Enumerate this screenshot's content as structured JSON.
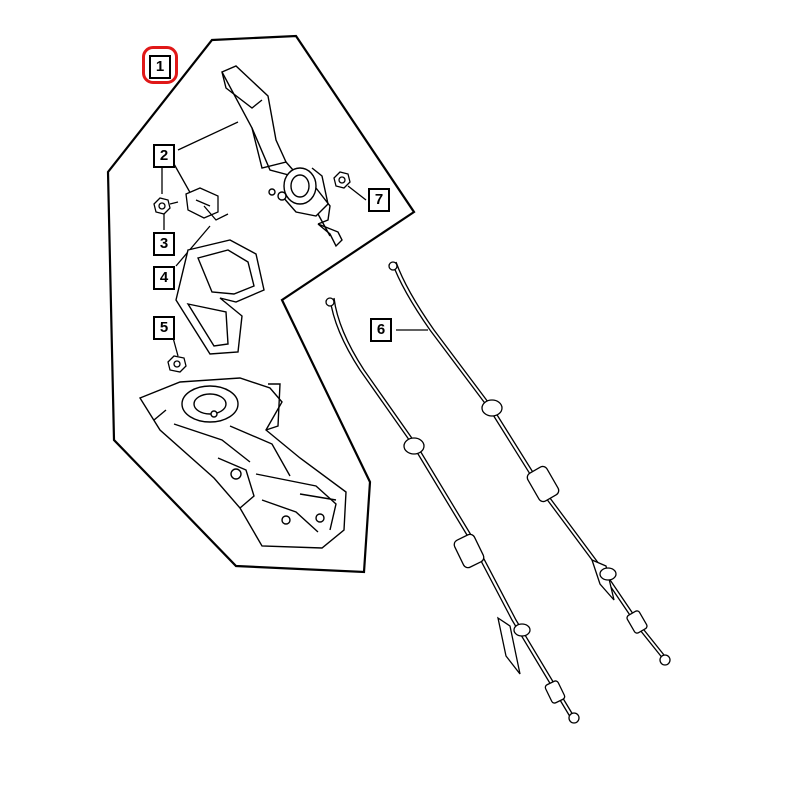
{
  "diagram": {
    "callouts": [
      {
        "id": "c1",
        "label": "1"
      },
      {
        "id": "c2",
        "label": "2"
      },
      {
        "id": "c3",
        "label": "3"
      },
      {
        "id": "c4",
        "label": "4"
      },
      {
        "id": "c5",
        "label": "5"
      },
      {
        "id": "c6",
        "label": "6"
      },
      {
        "id": "c7",
        "label": "7"
      }
    ],
    "highlight_color": "#e01818",
    "line_color": "#000000"
  }
}
